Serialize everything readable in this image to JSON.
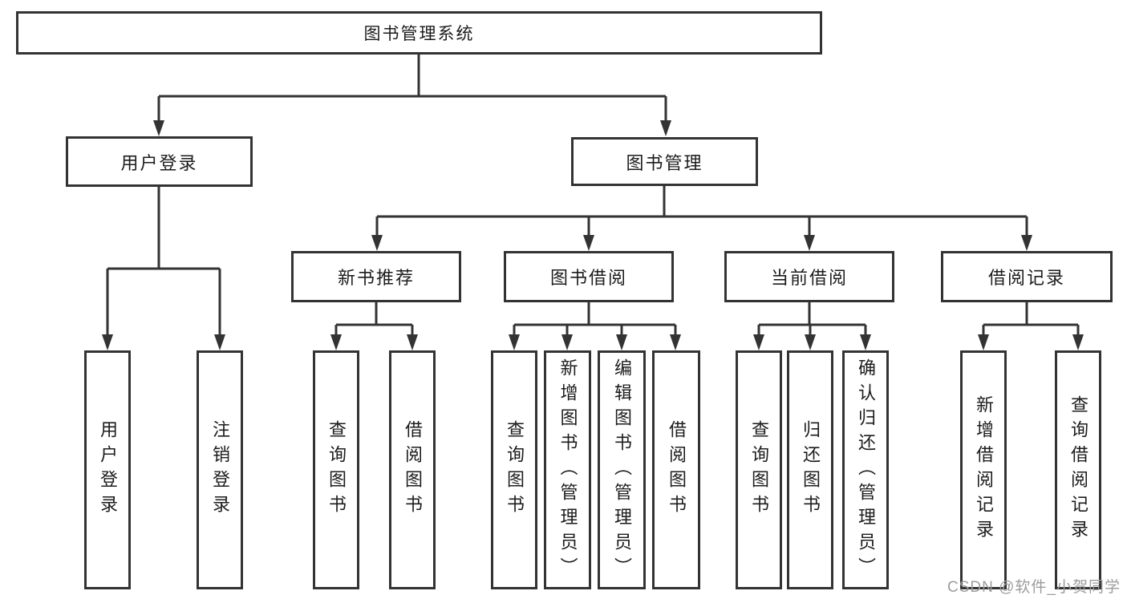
{
  "colors": {
    "background": "#ffffff",
    "line": "#333333",
    "text": "#1c1c1c",
    "watermark": "#9c9c9c"
  },
  "watermark": {
    "text": "CSDN @软件_小贺同学"
  },
  "nodes": {
    "root": {
      "label": "图书管理系统"
    },
    "user_login": {
      "label": "用户登录"
    },
    "book_mgmt": {
      "label": "图书管理"
    },
    "new_book": {
      "label": "新书推荐"
    },
    "book_borrow": {
      "label": "图书借阅"
    },
    "current_borrow": {
      "label": "当前借阅"
    },
    "borrow_record": {
      "label": "借阅记录"
    },
    "leaf_user_login": {
      "label": "用户登录"
    },
    "leaf_logout": {
      "label": "注销登录"
    },
    "leaf_nb_query": {
      "label": "查询图书"
    },
    "leaf_nb_borrow": {
      "label": "借阅图书"
    },
    "leaf_bb_query": {
      "label": "查询图书"
    },
    "leaf_bb_add": {
      "label": "新增图书（管理员）"
    },
    "leaf_bb_edit": {
      "label": "编辑图书（管理员）"
    },
    "leaf_bb_borrow": {
      "label": "借阅图书"
    },
    "leaf_cb_query": {
      "label": "查询图书"
    },
    "leaf_cb_return": {
      "label": "归还图书"
    },
    "leaf_cb_confirm": {
      "label": "确认归还（管理员）"
    },
    "leaf_br_add": {
      "label": "新增借阅记录"
    },
    "leaf_br_query": {
      "label": "查询借阅记录"
    }
  },
  "tree": {
    "图书管理系统": [
      "用户登录",
      "图书管理"
    ],
    "用户登录": [
      "用户登录",
      "注销登录"
    ],
    "图书管理": [
      "新书推荐",
      "图书借阅",
      "当前借阅",
      "借阅记录"
    ],
    "新书推荐": [
      "查询图书",
      "借阅图书"
    ],
    "图书借阅": [
      "查询图书",
      "新增图书（管理员）",
      "编辑图书（管理员）",
      "借阅图书"
    ],
    "当前借阅": [
      "查询图书",
      "归还图书",
      "确认归还（管理员）"
    ],
    "借阅记录": [
      "新增借阅记录",
      "查询借阅记录"
    ]
  }
}
